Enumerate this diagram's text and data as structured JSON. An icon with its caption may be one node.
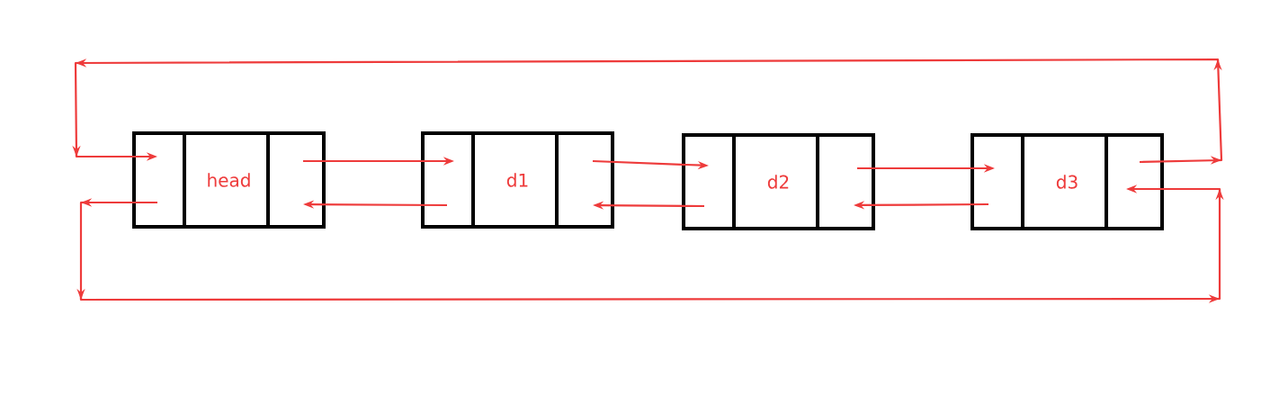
{
  "diagram": {
    "nodes": [
      {
        "text": [
          "head"
        ]
      },
      {
        "text": [
          "d1"
        ]
      },
      {
        "text": [
          "d2"
        ]
      },
      {
        "text": [
          "d3"
        ]
      }
    ],
    "edges": [
      {
        "from": 0,
        "to": 1,
        "arrow": "to"
      },
      {
        "from": 1,
        "to": 0,
        "arrow": "to"
      },
      {
        "from": 1,
        "to": 2,
        "arrow": "to"
      },
      {
        "from": 2,
        "to": 1,
        "arrow": "to"
      },
      {
        "from": 2,
        "to": 3,
        "arrow": "to"
      },
      {
        "from": 3,
        "to": 2,
        "arrow": "to"
      },
      {
        "from": 3,
        "to": 0,
        "arrow": "to"
      },
      {
        "from": 0,
        "to": 3,
        "arrow": "to"
      }
    ]
  }
}
